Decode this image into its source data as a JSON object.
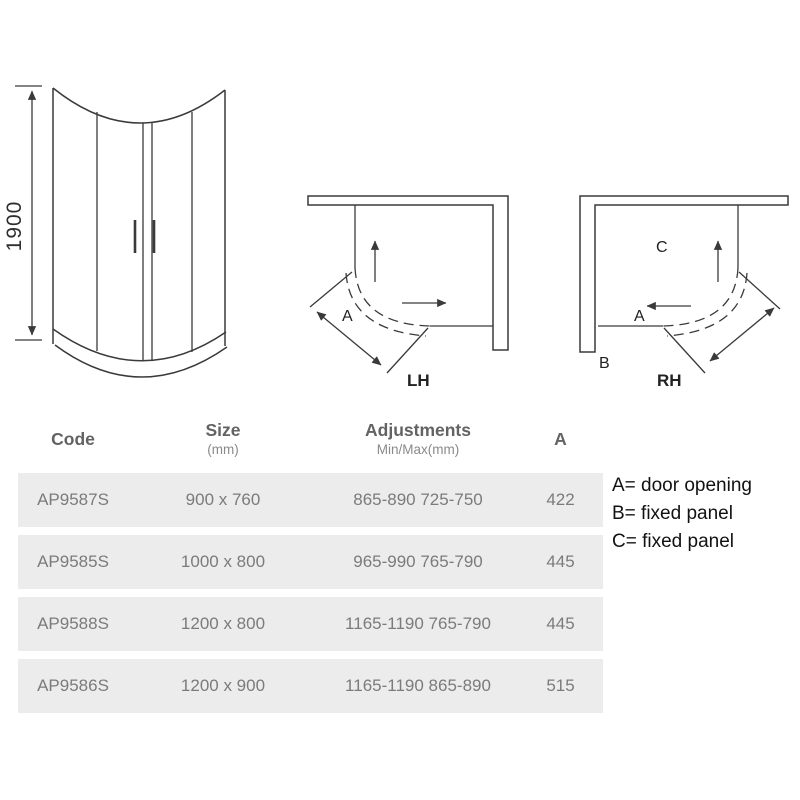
{
  "colors": {
    "background": "#ffffff",
    "drawing_line": "#3a3a3a",
    "table_row_bg": "#ececec",
    "table_header_text": "#636363",
    "table_cell_text": "#7b7b7b",
    "legend_text": "#121212"
  },
  "front_view": {
    "height_dimension": "1900"
  },
  "plan_lh": {
    "opening_label": "A",
    "caption": "LH"
  },
  "plan_rh": {
    "opening_label": "A",
    "fixed_panel_b_label": "B",
    "fixed_panel_c_label": "C",
    "caption": "RH"
  },
  "table": {
    "headers": {
      "code": "Code",
      "size": "Size",
      "size_sub": "(mm)",
      "adjustments": "Adjustments",
      "adjustments_sub": "Min/Max(mm)",
      "a": "A"
    },
    "rows": [
      {
        "code": "AP9587S",
        "size": "900 x 760",
        "adjustments": "865-890 725-750",
        "a": "422"
      },
      {
        "code": "AP9585S",
        "size": "1000 x 800",
        "adjustments": "965-990 765-790",
        "a": "445"
      },
      {
        "code": "AP9588S",
        "size": "1200 x 800",
        "adjustments": "1165-1190 765-790",
        "a": "445"
      },
      {
        "code": "AP9586S",
        "size": "1200 x 900",
        "adjustments": "1165-1190 865-890",
        "a": "515"
      }
    ]
  },
  "legend": {
    "items": [
      "A= door opening",
      "B= fixed panel",
      "C= fixed panel"
    ]
  }
}
